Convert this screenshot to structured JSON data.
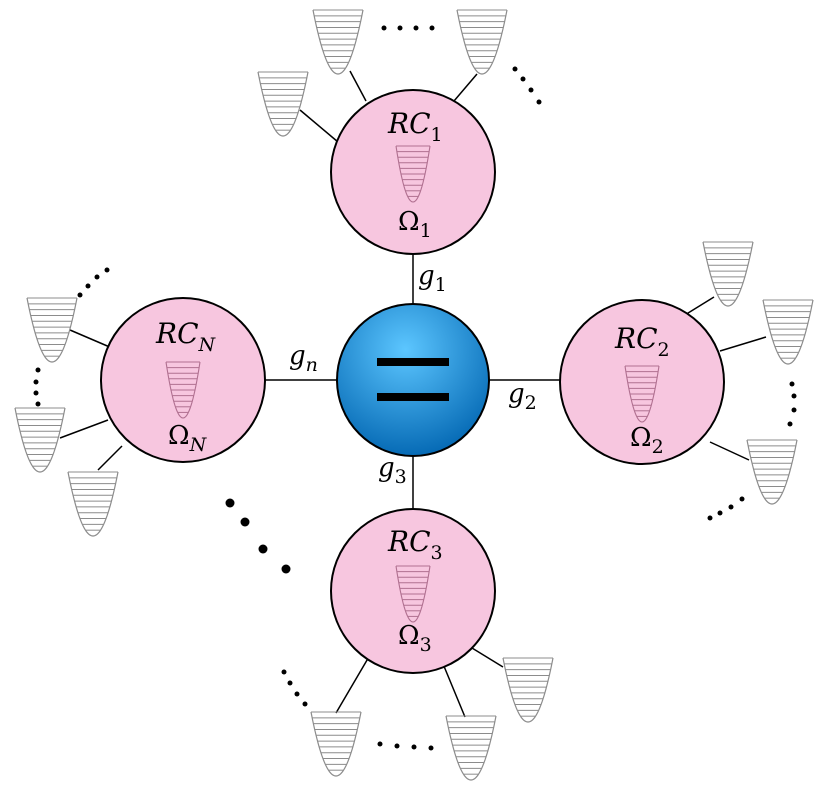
{
  "colors": {
    "reaction_center_fill": "#f7c6df",
    "system_gradient_top": "#5cc6ff",
    "system_gradient_bottom": "#0064b0",
    "well_line": "#8c8c8c",
    "inner_well_line": "#b07090"
  },
  "system": {
    "icon": "two-level-system-icon"
  },
  "reaction_centers": [
    {
      "id": "1",
      "label": "RC",
      "label_sub": "1",
      "omega": "Ω",
      "omega_sub": "1"
    },
    {
      "id": "2",
      "label": "RC",
      "label_sub": "2",
      "omega": "Ω",
      "omega_sub": "2"
    },
    {
      "id": "3",
      "label": "RC",
      "label_sub": "3",
      "omega": "Ω",
      "omega_sub": "3"
    },
    {
      "id": "N",
      "label": "RC",
      "label_sub": "N",
      "omega": "Ω",
      "omega_sub": "N"
    }
  ],
  "couplings": [
    {
      "symbol": "g",
      "sub": "1"
    },
    {
      "symbol": "g",
      "sub": "2"
    },
    {
      "symbol": "g",
      "sub": "3"
    },
    {
      "symbol": "g",
      "sub": "n"
    }
  ]
}
